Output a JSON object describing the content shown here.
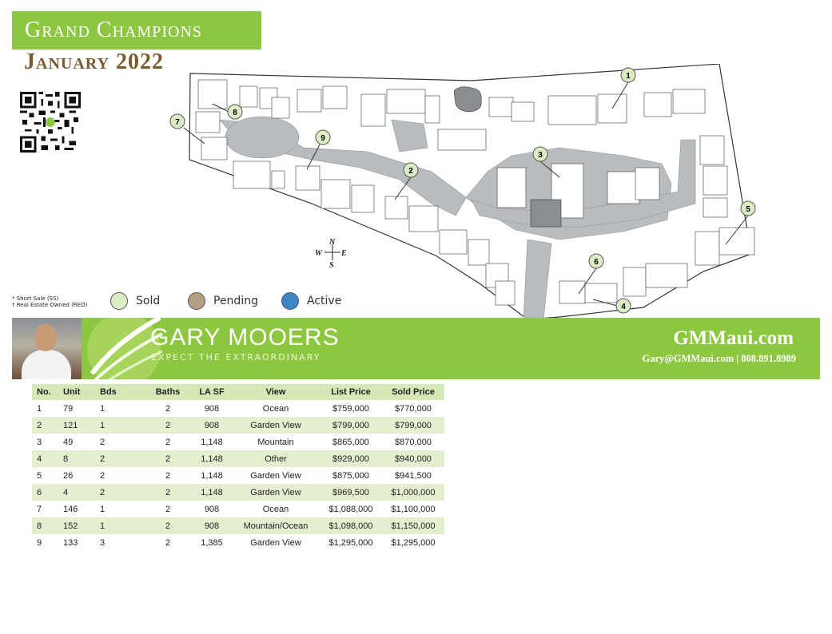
{
  "header": {
    "title": "Grand Champions",
    "subtitle": "January 2022"
  },
  "legend": {
    "notes": [
      "* Short Sale (SS)",
      "† Real Estate Owned (REO)"
    ],
    "items": [
      {
        "label": "Sold",
        "color": "#dcecc4"
      },
      {
        "label": "Pending",
        "color": "#b59f83"
      },
      {
        "label": "Active",
        "color": "#3a86c8"
      }
    ]
  },
  "map": {
    "compass": {
      "n": "N",
      "s": "S",
      "e": "E",
      "w": "W"
    },
    "markers": [
      "1",
      "2",
      "3",
      "4",
      "5",
      "6",
      "7",
      "8",
      "9"
    ]
  },
  "banner": {
    "brand": "GARY MOOERS",
    "tagline": "EXPECT THE EXTRAORDINARY",
    "website": "GMMaui.com",
    "contact": "Gary@GMMaui.com | 808.891.8989"
  },
  "table": {
    "columns": [
      "No.",
      "Unit",
      "Bds",
      "Baths",
      "LA SF",
      "View",
      "List Price",
      "Sold Price"
    ],
    "rows": [
      [
        "1",
        "79",
        "1",
        "2",
        "908",
        "Ocean",
        "$759,000",
        "$770,000"
      ],
      [
        "2",
        "121",
        "1",
        "2",
        "908",
        "Garden View",
        "$799,000",
        "$799,000"
      ],
      [
        "3",
        "49",
        "2",
        "2",
        "1,148",
        "Mountain",
        "$865,000",
        "$870,000"
      ],
      [
        "4",
        "8",
        "2",
        "2",
        "1,148",
        "Other",
        "$929,000",
        "$940,000"
      ],
      [
        "5",
        "26",
        "2",
        "2",
        "1,148",
        "Garden View",
        "$875,000",
        "$941,500"
      ],
      [
        "6",
        "4",
        "2",
        "2",
        "1,148",
        "Garden View",
        "$969,500",
        "$1,000,000"
      ],
      [
        "7",
        "146",
        "1",
        "2",
        "908",
        "Ocean",
        "$1,088,000",
        "$1,100,000"
      ],
      [
        "8",
        "152",
        "1",
        "2",
        "908",
        "Mountain/Ocean",
        "$1,098,000",
        "$1,150,000"
      ],
      [
        "9",
        "133",
        "3",
        "2",
        "1,385",
        "Garden View",
        "$1,295,000",
        "$1,295,000"
      ]
    ]
  }
}
